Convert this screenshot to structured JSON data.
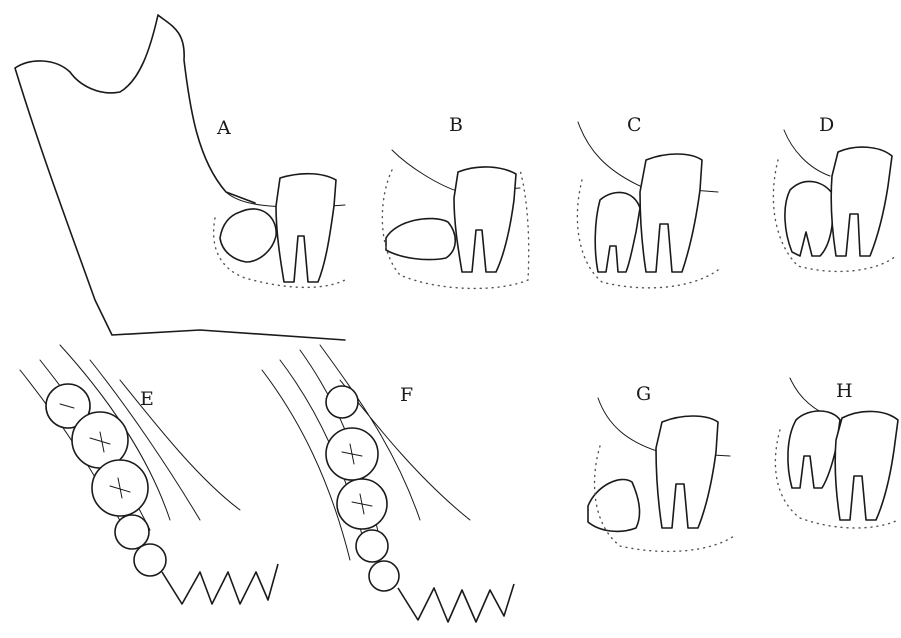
{
  "labels": {
    "a": "A",
    "b": "B",
    "c": "C",
    "d": "D",
    "e": "E",
    "f": "F",
    "g": "G",
    "h": "H"
  },
  "palette": {
    "ink": "#1a1a1a",
    "paper": "#ffffff"
  }
}
